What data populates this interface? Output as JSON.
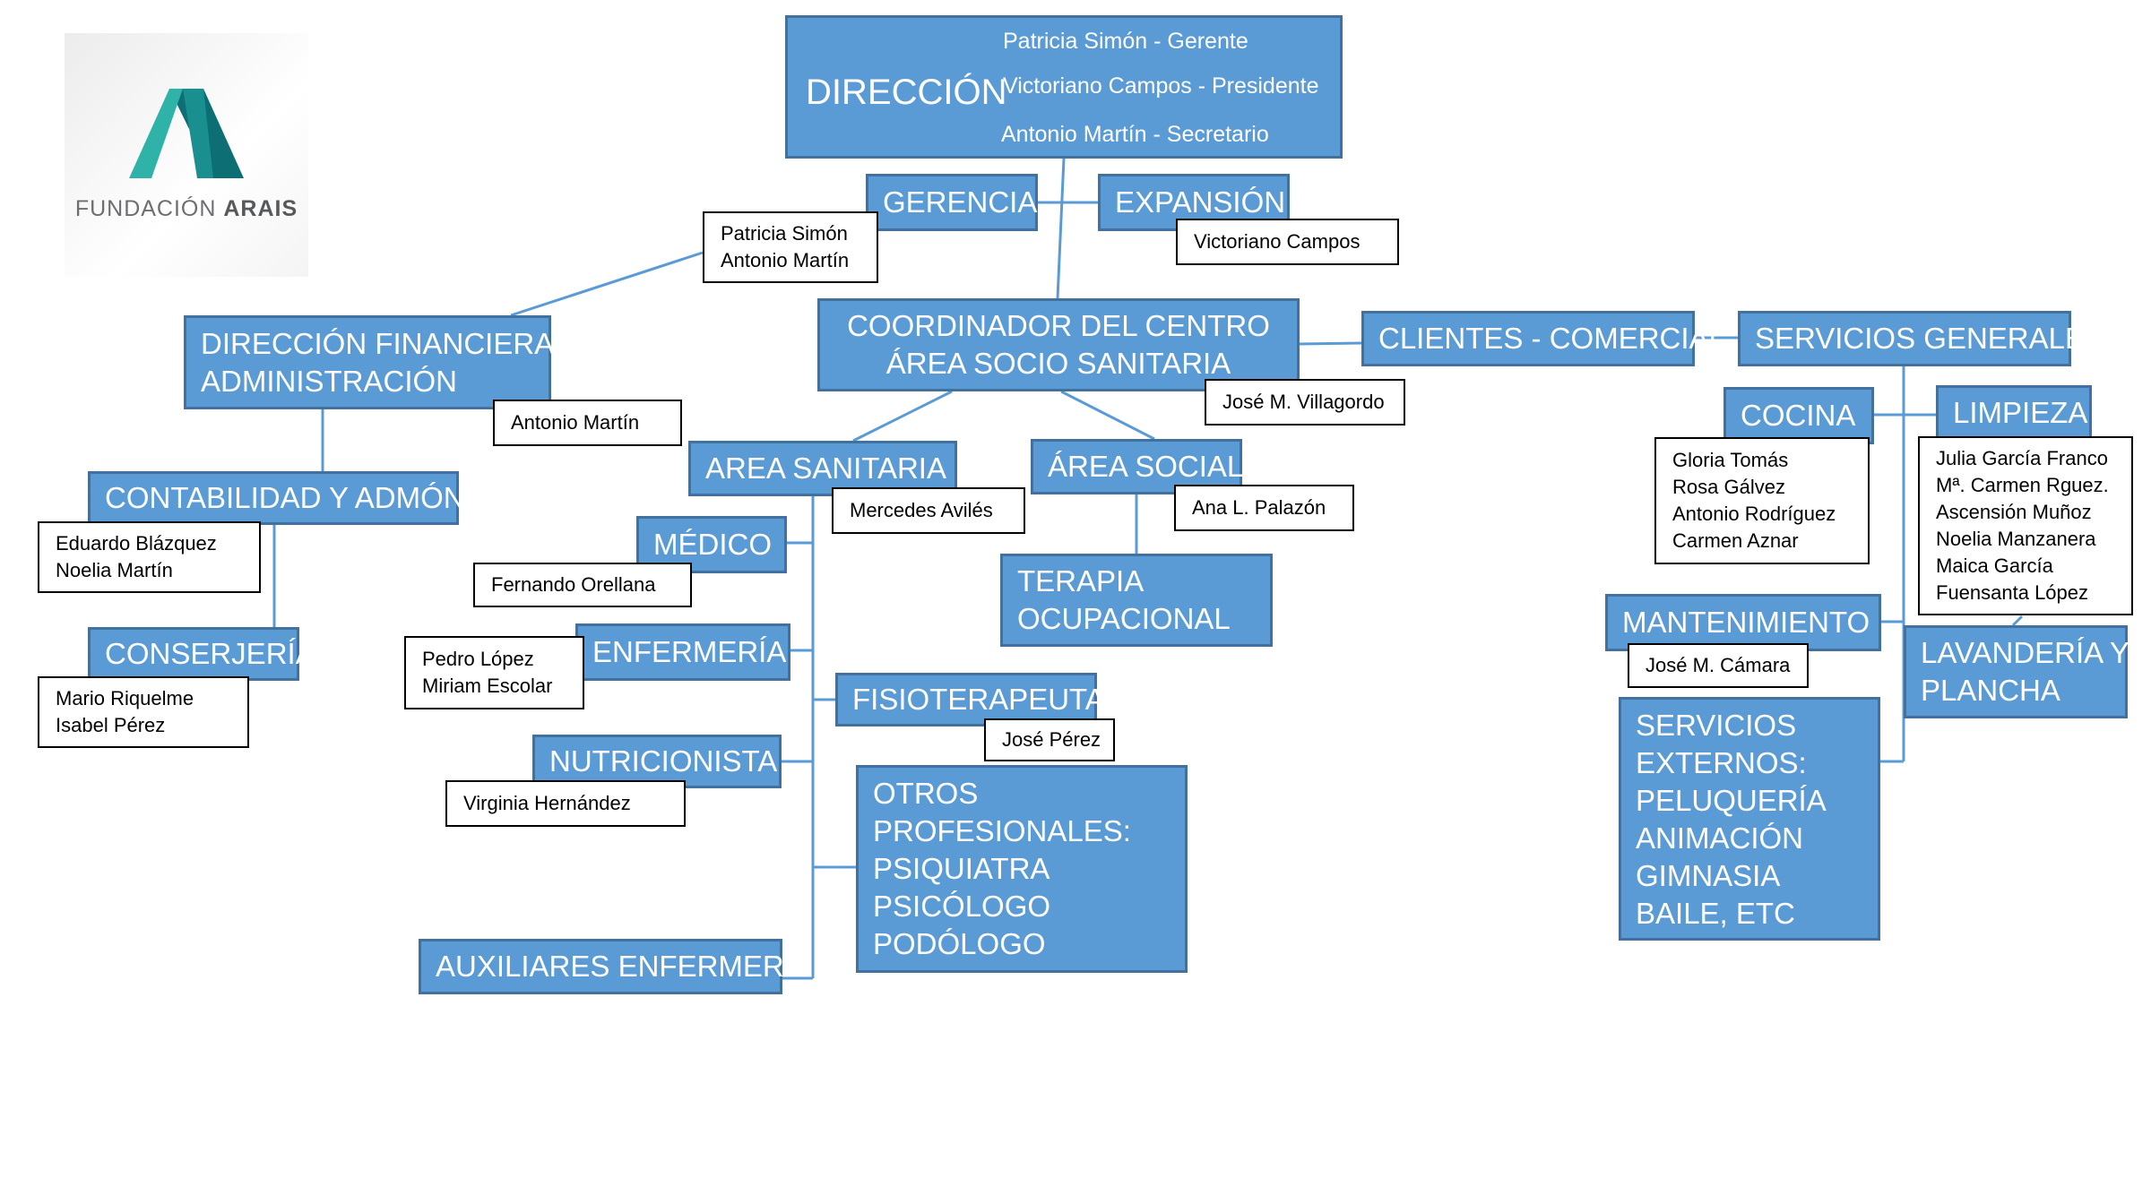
{
  "logo": {
    "name_part1": "FUNDACIÓN",
    "name_part2": "ARAIS",
    "icon": "stylized-A-logo",
    "colors": [
      "#1a8f8f",
      "#2fb3a8",
      "#0d6e73"
    ]
  },
  "colors": {
    "box_fill": "#5b9bd5",
    "box_border": "#41719c",
    "connector": "#5b9bd5",
    "people_border": "#000000"
  },
  "direccion": {
    "title": "DIRECCIÓN",
    "members": [
      "Patricia Simón - Gerente",
      "Victoriano Campos - Presidente",
      "Antonio Martín - Secretario"
    ]
  },
  "gerencia": {
    "title": "GERENCIA",
    "people": [
      "Patricia Simón",
      "Antonio Martín"
    ]
  },
  "expansion": {
    "title": "EXPANSIÓN",
    "people": [
      "Victoriano Campos"
    ]
  },
  "financiera": {
    "title": [
      "DIRECCIÓN FINANCIERA Y",
      "ADMINISTRACIÓN"
    ],
    "people": [
      "Antonio Martín"
    ]
  },
  "contabilidad": {
    "title": "CONTABILIDAD Y ADMÓN.",
    "people": [
      "Eduardo Blázquez",
      "Noelia Martín"
    ]
  },
  "conserjeria": {
    "title": "CONSERJERÍA",
    "people": [
      "Mario Riquelme",
      "Isabel Pérez"
    ]
  },
  "coordinador": {
    "title": [
      "COORDINADOR DEL CENTRO",
      "ÁREA SOCIO SANITARIA"
    ],
    "people": [
      "José M. Villagordo"
    ]
  },
  "area_sanitaria": {
    "title": "AREA SANITARIA",
    "people": [
      "Mercedes Avilés"
    ]
  },
  "area_social": {
    "title": "ÁREA SOCIAL",
    "people": [
      "Ana L. Palazón"
    ]
  },
  "terapia": {
    "title": [
      "TERAPIA",
      "OCUPACIONAL"
    ]
  },
  "medico": {
    "title": "MÉDICO",
    "people": [
      "Fernando Orellana"
    ]
  },
  "enfermeria": {
    "title": "ENFERMERÍA",
    "people": [
      "Pedro López",
      "Miriam Escolar"
    ]
  },
  "fisioterapeuta": {
    "title": "FISIOTERAPEUTA",
    "people": [
      "José Pérez"
    ]
  },
  "nutricionista": {
    "title": "NUTRICIONISTA",
    "people": [
      "Virginia Hernández"
    ]
  },
  "otros": {
    "lines": [
      "OTROS",
      "PROFESIONALES:",
      "PSIQUIATRA",
      "PSICÓLOGO",
      "PODÓLOGO"
    ]
  },
  "auxiliares": {
    "title": "AUXILIARES ENFERMERÍA"
  },
  "clientes": {
    "title": "CLIENTES - COMERCIAL"
  },
  "servicios_generales": {
    "title": "SERVICIOS GENERALES"
  },
  "cocina": {
    "title": "COCINA",
    "people": [
      "Gloria Tomás",
      "Rosa Gálvez",
      "Antonio Rodríguez",
      "Carmen Aznar"
    ]
  },
  "limpieza": {
    "title": "LIMPIEZA",
    "people": [
      "Julia García Franco",
      "Mª. Carmen Rguez.",
      "Ascensión Muñoz",
      "Noelia Manzanera",
      "Maica García",
      "Fuensanta López"
    ]
  },
  "mantenimiento": {
    "title": "MANTENIMIENTO",
    "people": [
      "José M. Cámara"
    ]
  },
  "lavanderia": {
    "title": [
      "LAVANDERÍA Y",
      "PLANCHA"
    ]
  },
  "servicios_externos": {
    "lines": [
      "SERVICIOS",
      "EXTERNOS:",
      "PELUQUERÍA",
      "ANIMACIÓN",
      "GIMNASIA",
      "BAILE, ETC"
    ]
  }
}
